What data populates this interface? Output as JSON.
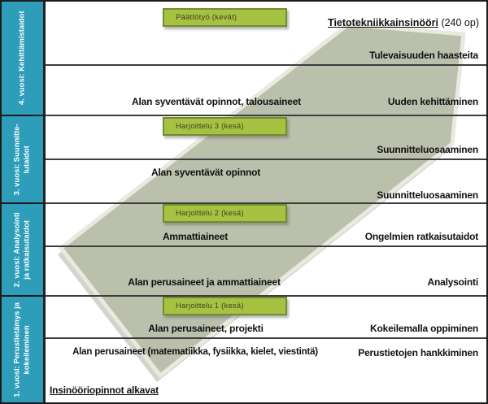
{
  "sidebar": {
    "sections": [
      {
        "label": "4. vuosi: Kehittämistaidot"
      },
      {
        "label": "3. vuosi: Suunnitte-\nlutaidot"
      },
      {
        "label": "2. vuosi: Analysointi\nja ratkaisutaidot"
      },
      {
        "label": "1. vuosi: Perustietämys ja\nkokeileminen"
      }
    ]
  },
  "header": {
    "degree_title": "Tietotekniikkainsinööri",
    "degree_credits": " (240 op)"
  },
  "milestones": [
    {
      "label": "Päättötyö (kevät)"
    },
    {
      "label": "Harjoittelu 3 (kesä)"
    },
    {
      "label": "Harjoittelu 2 (kesä)"
    },
    {
      "label": "Harjoittelu 1 (kesä)"
    }
  ],
  "studies": [
    {
      "label": "Alan syventävät opinnot, talousaineet"
    },
    {
      "label": "Alan syventävät opinnot"
    },
    {
      "label": "Ammattiaineet"
    },
    {
      "label": "Alan perusaineet ja ammattiaineet"
    },
    {
      "label": "Alan perusaineet, projekti"
    },
    {
      "label": "Alan perusaineet (matematiikka, fysiikka, kielet, viestintä)"
    }
  ],
  "outcomes": [
    {
      "label": "Tulevaisuuden haasteita"
    },
    {
      "label": "Uuden kehittäminen"
    },
    {
      "label": "Suunnitteluosaaminen"
    },
    {
      "label": "Suunnitteluosaaminen"
    },
    {
      "label": "Ongelmien ratkaisutaidot"
    },
    {
      "label": "Analysointi"
    },
    {
      "label": "Kokeilemalla oppiminen"
    },
    {
      "label": "Perustietojen hankkiminen"
    }
  ],
  "start_label": "Insinööriopinnot alkavat",
  "colors": {
    "sidebar_teal": "#2e9db9",
    "milestone_green": "#a7c242",
    "milestone_border": "#6f8f2f",
    "arrow_fill": "#bac0ac",
    "arrow_edge": "#e8eadf",
    "divider": "#3d3d3d"
  }
}
